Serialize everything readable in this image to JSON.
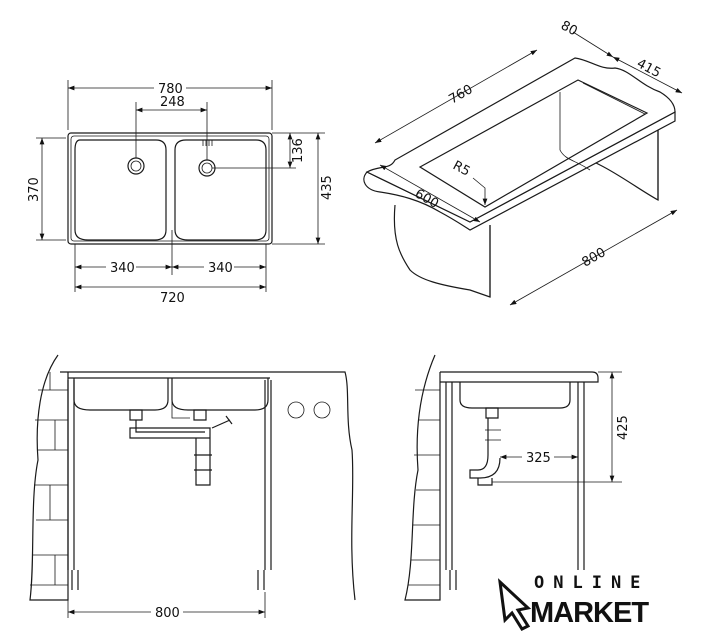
{
  "top_view": {
    "overall_width": "780",
    "drain_spacing": "248",
    "drain_offset": "136",
    "overall_depth": "435",
    "bowl_depth": "370",
    "bowl_left_width": "340",
    "bowl_right_width": "340",
    "bowls_total_width": "720"
  },
  "iso_view": {
    "cutout_length": "760",
    "edge_offset": "80",
    "cutout_depth": "415",
    "corner_radius": "R5",
    "counter_depth": "600",
    "cabinet_width": "800"
  },
  "front_view": {
    "cabinet_width": "800"
  },
  "side_view": {
    "drain_distance": "325",
    "drain_height": "425"
  },
  "logo": {
    "line1": "ONLINE",
    "line2": "MARKET"
  }
}
